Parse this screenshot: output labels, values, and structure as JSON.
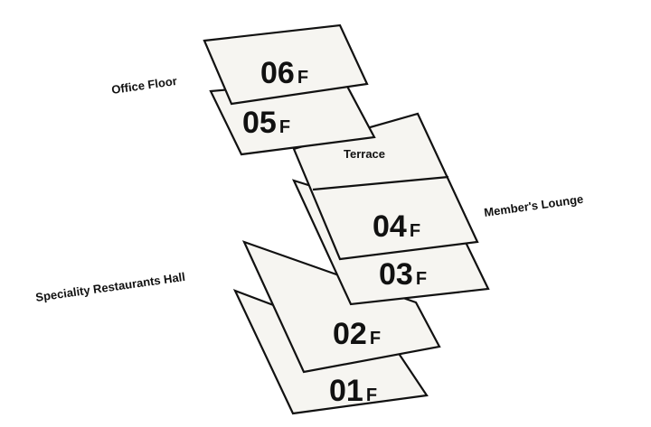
{
  "floors": [
    {
      "id": "01",
      "number": "01",
      "suffix": "F"
    },
    {
      "id": "02",
      "number": "02",
      "suffix": "F"
    },
    {
      "id": "03",
      "number": "03",
      "suffix": "F"
    },
    {
      "id": "04",
      "number": "04",
      "suffix": "F"
    },
    {
      "id": "05",
      "number": "05",
      "suffix": "F"
    },
    {
      "id": "06",
      "number": "06",
      "suffix": "F"
    }
  ],
  "zones": {
    "office": "Office Floor",
    "restaurants": "Speciality Restaurants Hall",
    "lounge": "Member's Lounge",
    "terrace": "Terrace"
  },
  "colors": {
    "plate_fill": "#f6f5f1",
    "stroke": "#111111"
  }
}
